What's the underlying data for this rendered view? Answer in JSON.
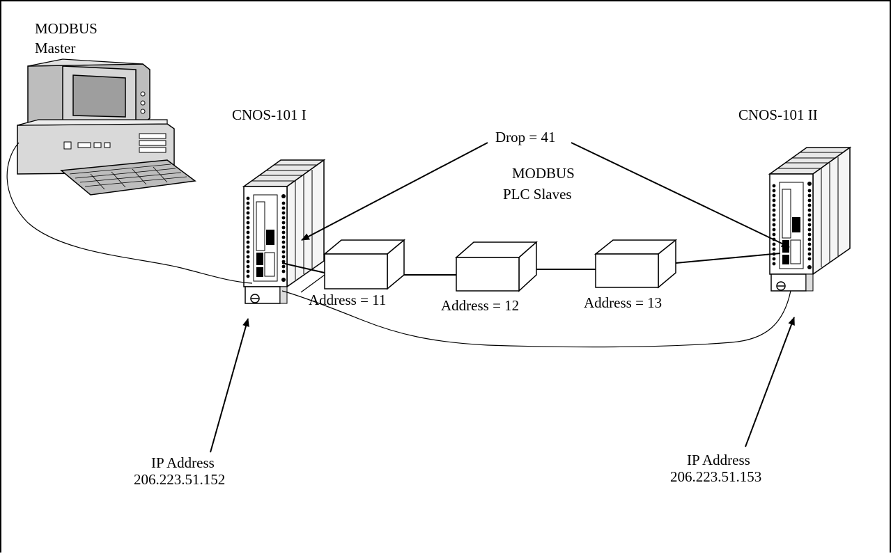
{
  "master": {
    "line1": "MODBUS",
    "line2": "Master"
  },
  "gateway_1": {
    "label": "CNOS-101 I",
    "ip_label": "IP Address",
    "ip": "206.223.51.152"
  },
  "gateway_2": {
    "label": "CNOS-101 II",
    "ip_label": "IP Address",
    "ip": "206.223.51.153"
  },
  "drop_label": "Drop = 41",
  "slaves": {
    "line1": "MODBUS",
    "line2": "PLC Slaves"
  },
  "plcs": [
    {
      "label": "Address = 11"
    },
    {
      "label": "Address = 12"
    },
    {
      "label": "Address = 13"
    }
  ]
}
